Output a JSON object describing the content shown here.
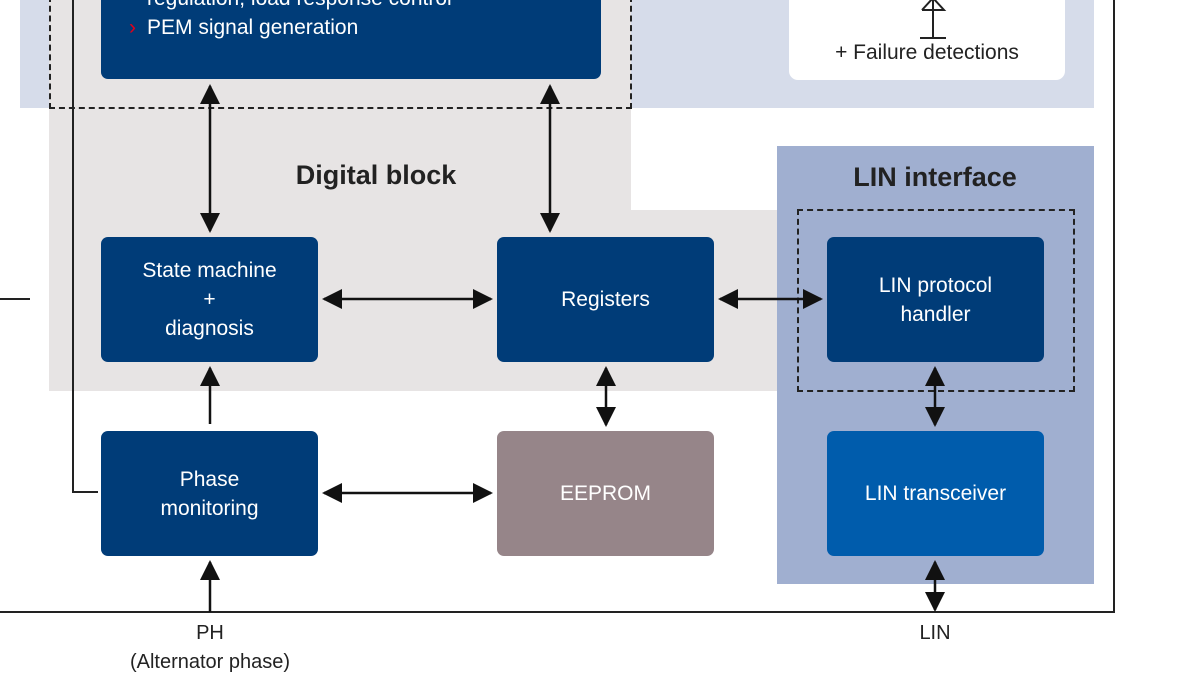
{
  "top_left_box": {
    "line1": "regulation, load response control",
    "bullet_glyph": "›",
    "bullet_text": "PEM signal generation"
  },
  "top_right_box": {
    "text": "+ Failure detections",
    "icon": "antenna-icon"
  },
  "digital_block": {
    "title": "Digital block"
  },
  "lin_interface": {
    "title": "LIN interface"
  },
  "blocks": {
    "state_machine": [
      "State machine",
      "+",
      "diagnosis"
    ],
    "registers": [
      "Registers"
    ],
    "lin_protocol": [
      "LIN protocol",
      "handler"
    ],
    "phase_monitoring": [
      "Phase",
      "monitoring"
    ],
    "eeprom": [
      "EEPROM"
    ],
    "lin_transceiver": [
      "LIN transceiver"
    ]
  },
  "pins": {
    "ph": [
      "PH",
      "(Alternator phase)"
    ],
    "lin": [
      "LIN"
    ]
  },
  "colors": {
    "dark_block": "#003c78",
    "lin_transceiver": "#005cac",
    "eeprom": "#968589",
    "digital_bg": "#e7e4e4",
    "lin_bg": "#a0afd0",
    "top_band": "#d6dcea",
    "chevron": "#e2001a"
  }
}
